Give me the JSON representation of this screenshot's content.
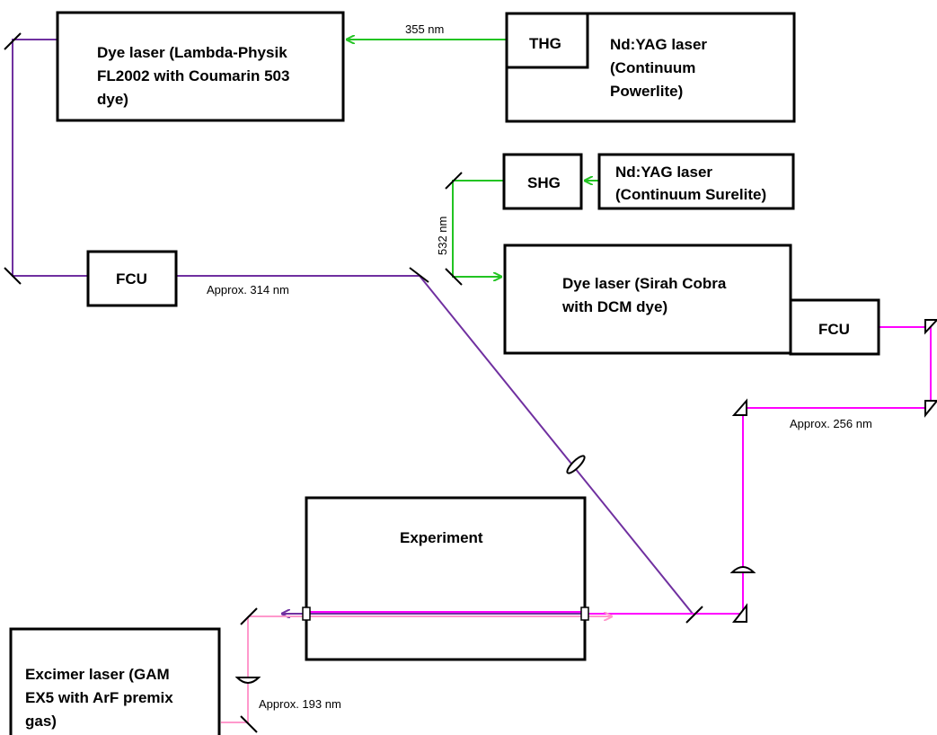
{
  "boxes": {
    "dye_lambda": [
      "Dye laser (Lambda-Physik",
      "FL2002 with Coumarin 503",
      "dye)"
    ],
    "thg": [
      "THG"
    ],
    "ndyag_powerlite": [
      "Nd:YAG laser",
      "(Continuum",
      "Powerlite)"
    ],
    "shg": [
      "SHG"
    ],
    "ndyag_surelite": [
      "Nd:YAG laser",
      "(Continuum Surelite)"
    ],
    "fcu_left": [
      "FCU"
    ],
    "dye_sirah": [
      "Dye laser (Sirah Cobra",
      "with DCM dye)"
    ],
    "fcu_right": [
      "FCU"
    ],
    "experiment": [
      "Experiment"
    ],
    "excimer": [
      "Excimer laser (GAM",
      "EX5 with ArF premix",
      "gas)"
    ]
  },
  "beam_labels": {
    "nm355": "355 nm",
    "nm532": "532 nm",
    "nm314": "Approx. 314 nm",
    "nm256": "Approx. 256 nm",
    "nm193": "Approx. 193 nm"
  },
  "colors": {
    "green_beam": "#22c422",
    "purple_beam": "#7030a0",
    "magenta_beam": "#ff00ff",
    "pink_beam": "#ff99cc"
  }
}
